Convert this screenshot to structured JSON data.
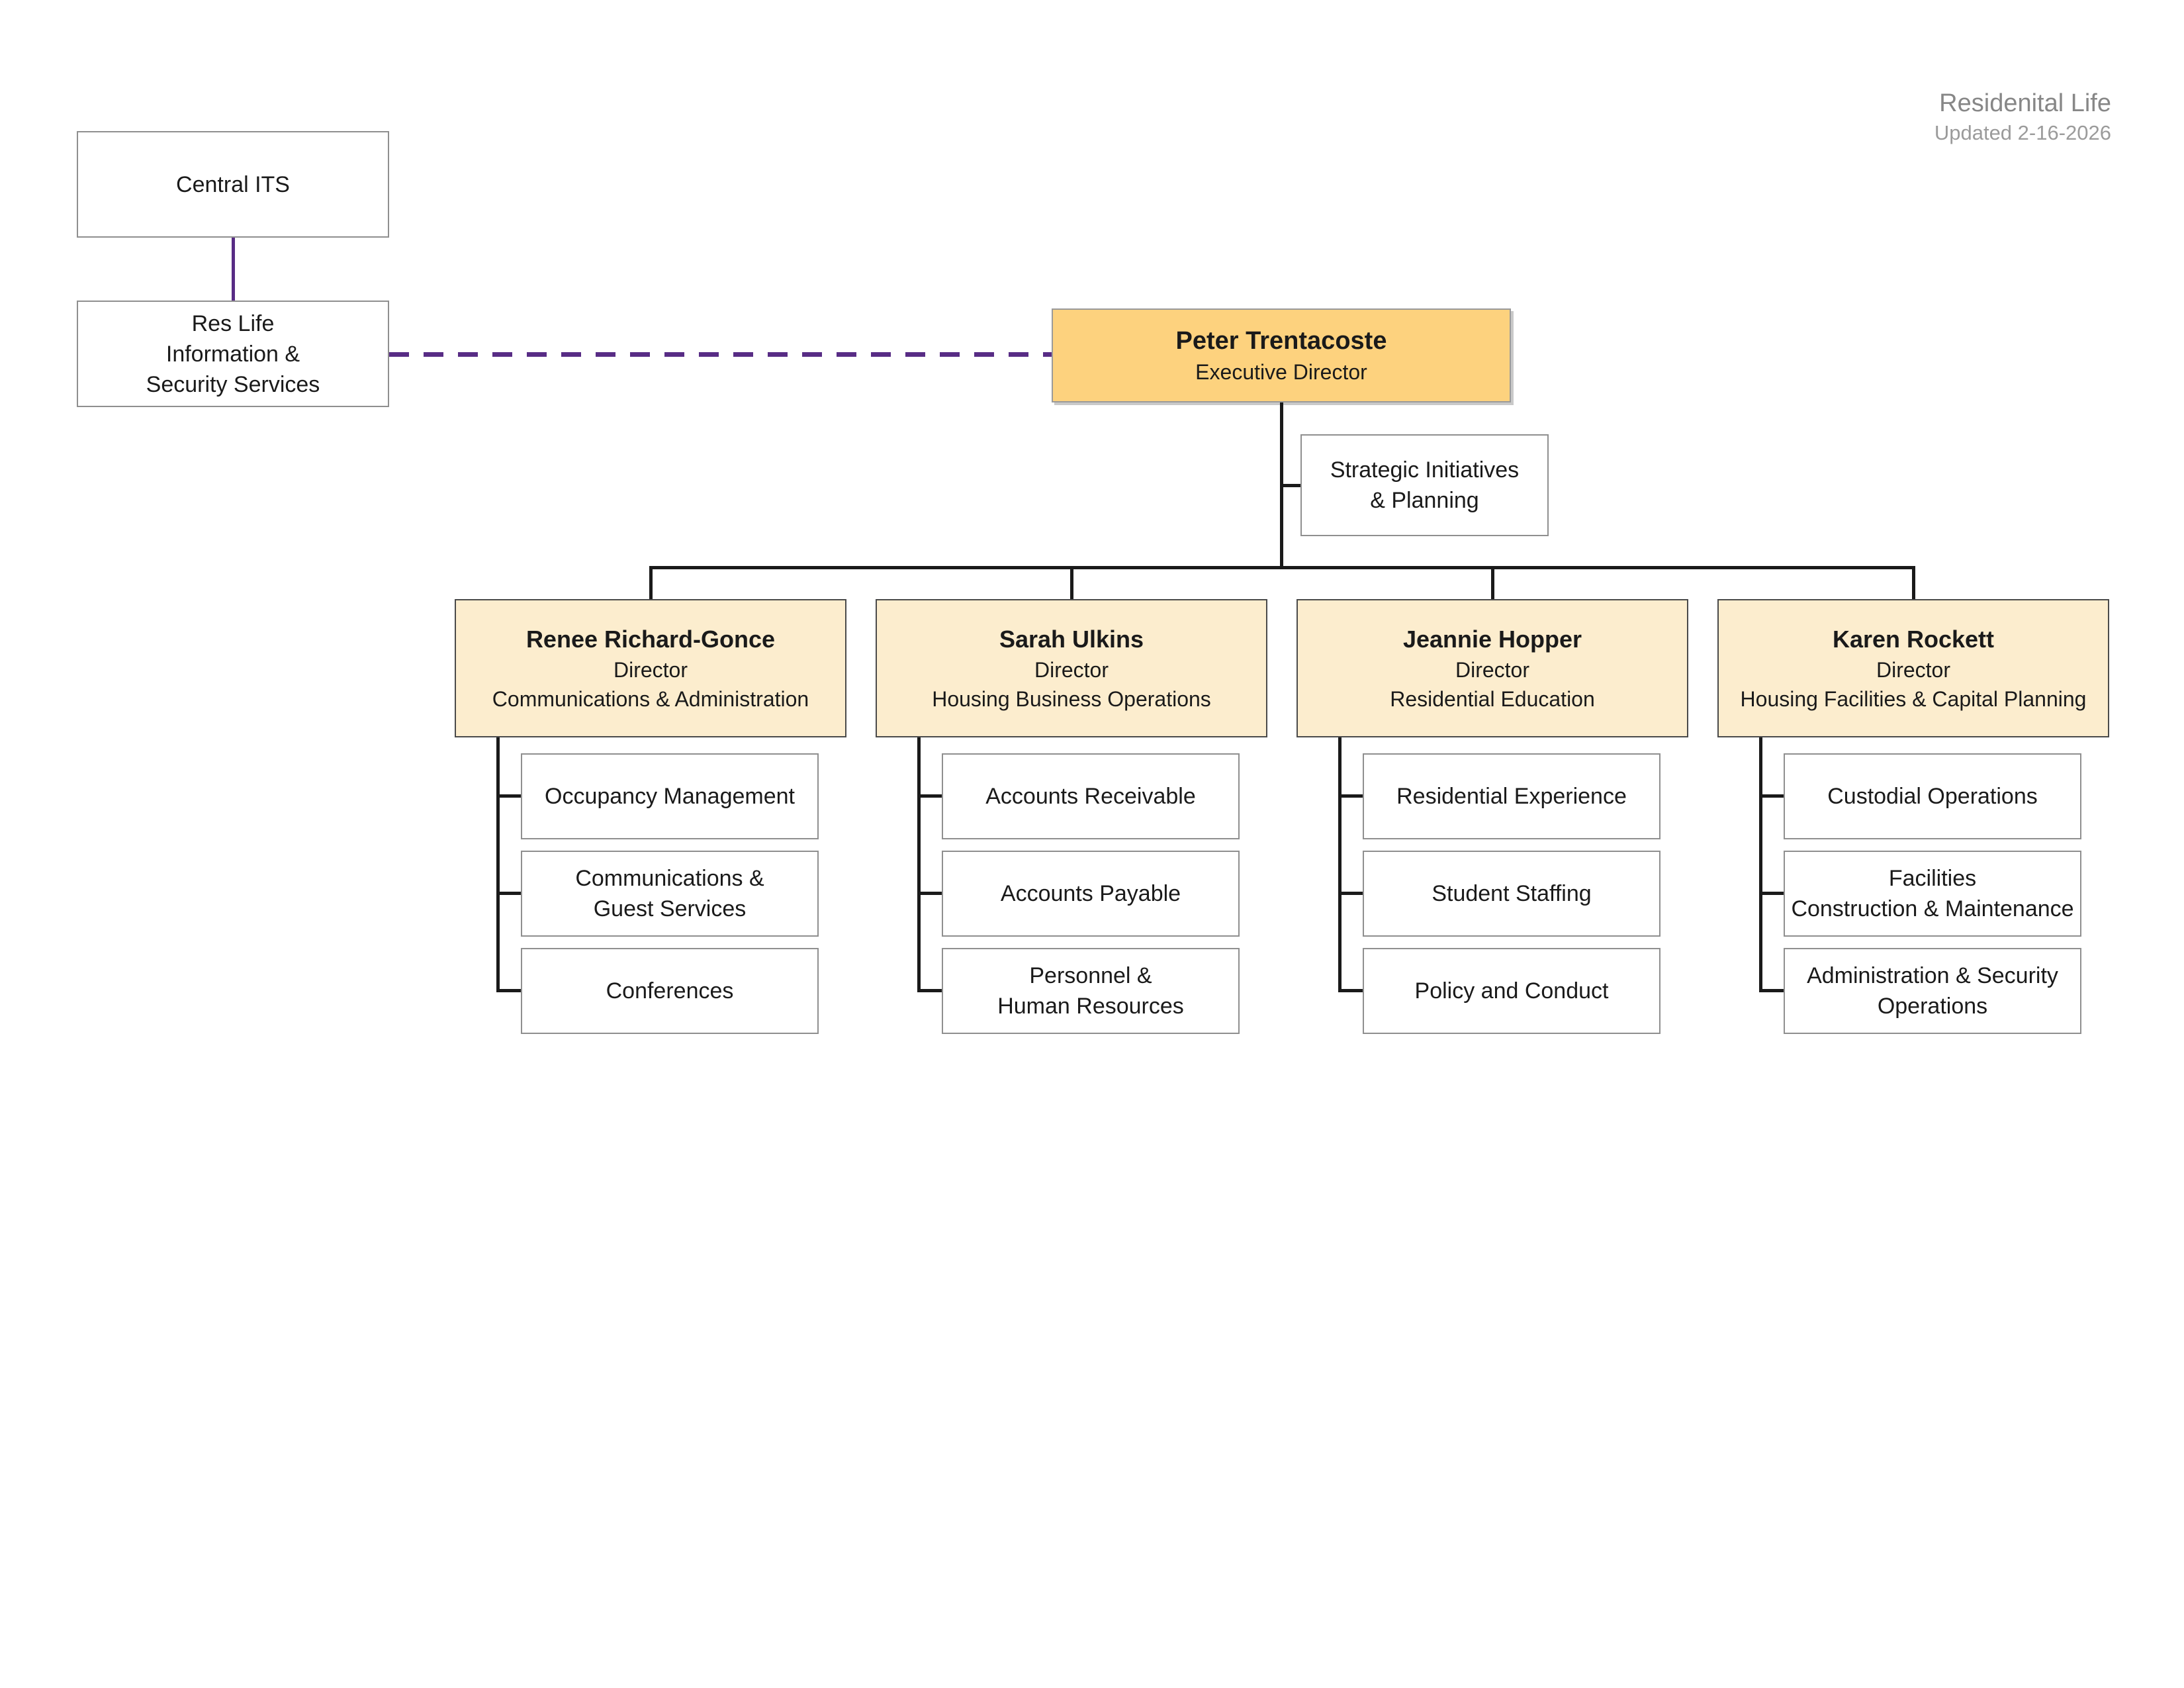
{
  "header": {
    "title": "Residenital Life",
    "updated": "Updated 2-16-2026"
  },
  "external": {
    "central_its": "Central ITS",
    "res_life": "Res Life\nInformation &\nSecurity Services"
  },
  "executive": {
    "name": "Peter Trentacoste",
    "title": "Executive Director"
  },
  "staff_office": "Strategic Initiatives\n& Planning",
  "directors": [
    {
      "name": "Renee Richard-Gonce",
      "title": "Director",
      "dept": "Communications & Administration",
      "units": [
        "Occupancy Management",
        "Communications &\nGuest Services",
        "Conferences"
      ]
    },
    {
      "name": "Sarah Ulkins",
      "title": "Director",
      "dept": "Housing Business Operations",
      "units": [
        "Accounts Receivable",
        "Accounts Payable",
        "Personnel &\nHuman Resources"
      ]
    },
    {
      "name": "Jeannie Hopper",
      "title": "Director",
      "dept": "Residential Education",
      "units": [
        "Residential Experience",
        "Student Staffing",
        "Policy and Conduct"
      ]
    },
    {
      "name": "Karen Rockett",
      "title": "Director",
      "dept": "Housing Facilities & Capital Planning",
      "units": [
        "Custodial Operations",
        "Facilities\nConstruction & Maintenance",
        "Administration & Security\nOperations"
      ]
    }
  ],
  "colors": {
    "executive_fill": "#FDD27E",
    "director_fill": "#FCEDCE",
    "connector_purple": "#582C85",
    "connector_black": "#1A1A1A",
    "title_gray": "#878787"
  }
}
